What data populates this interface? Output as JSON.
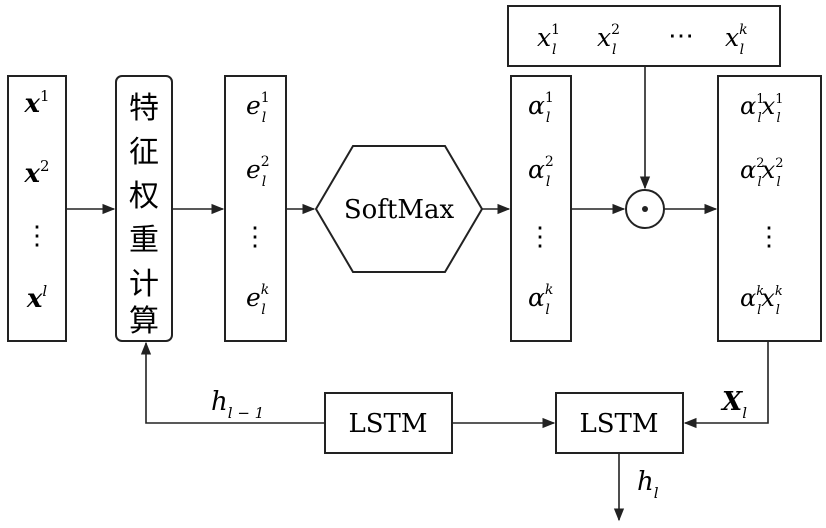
{
  "input_column": [
    {
      "base": "x",
      "sup": "1",
      "sub": ""
    },
    {
      "base": "x",
      "sup": "2",
      "sub": ""
    },
    {
      "base": "⋮",
      "sup": "",
      "sub": ""
    },
    {
      "base": "x",
      "sup": "l",
      "sub": ""
    }
  ],
  "feature_box": [
    "特",
    "征",
    "权",
    "重",
    "计",
    "算"
  ],
  "energy_column": [
    {
      "base": "e",
      "sup": "1",
      "sub": "l"
    },
    {
      "base": "e",
      "sup": "2",
      "sub": "l"
    },
    {
      "base": "⋮",
      "sup": "",
      "sub": ""
    },
    {
      "base": "e",
      "sup": "k",
      "sub": "l"
    }
  ],
  "softmax_label": "SoftMax",
  "alpha_column": [
    {
      "base": "α",
      "sup": "1",
      "sub": "l"
    },
    {
      "base": "α",
      "sup": "2",
      "sub": "l"
    },
    {
      "base": "⋮",
      "sup": "",
      "sub": ""
    },
    {
      "base": "α",
      "sup": "k",
      "sub": "l"
    }
  ],
  "top_row": [
    {
      "base": "x",
      "sup": "1",
      "sub": "l"
    },
    {
      "base": "x",
      "sup": "2",
      "sub": "l"
    },
    {
      "base": "⋯",
      "sup": "",
      "sub": ""
    },
    {
      "base": "x",
      "sup": "k",
      "sub": "l"
    }
  ],
  "product_symbol": "⊙",
  "weighted_column": [
    {
      "a_sup": "1",
      "x_sup": "1",
      "sub": "l"
    },
    {
      "a_sup": "2",
      "x_sup": "2",
      "sub": "l"
    },
    {
      "dots": "⋮"
    },
    {
      "a_sup": "k",
      "x_sup": "k",
      "sub": "l"
    }
  ],
  "lstm_left": "LSTM",
  "lstm_right": "LSTM",
  "h_prev": {
    "base": "h",
    "sub": "l − 1"
  },
  "X_label": {
    "base": "X",
    "sub": "l"
  },
  "h_out": {
    "base": "h",
    "sub": "l"
  }
}
